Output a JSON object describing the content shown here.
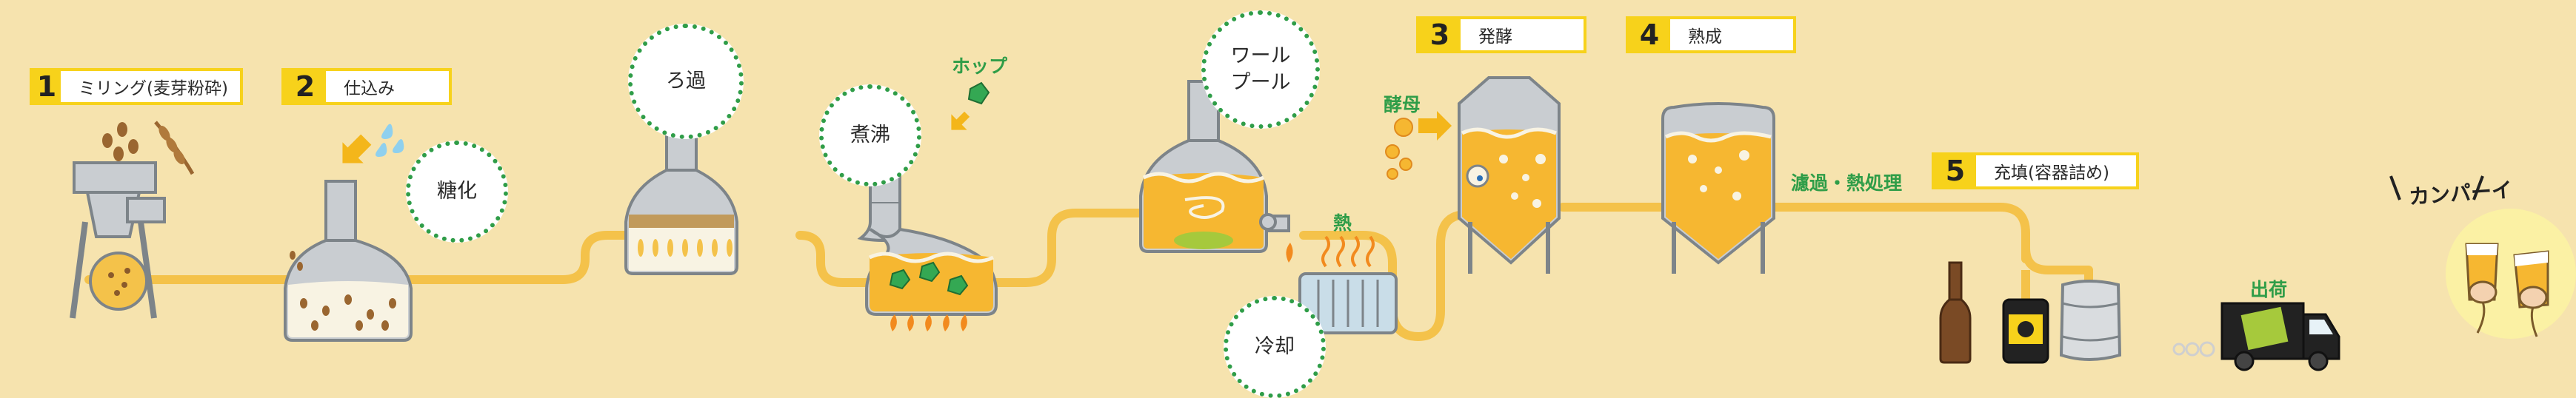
{
  "steps": [
    {
      "number": "1",
      "label": "ミリング(麦芽粉砕)"
    },
    {
      "number": "2",
      "label": "仕込み"
    },
    {
      "number": "3",
      "label": "発酵"
    },
    {
      "number": "4",
      "label": "熟成"
    },
    {
      "number": "5",
      "label": "充填(容器詰め)"
    }
  ],
  "bubbles": {
    "saccharification": "糖化",
    "filtration": "ろ過",
    "boiling": "煮沸",
    "whirlpool": "ワール\nプール",
    "cooling": "冷却"
  },
  "annotations": {
    "hops": "ホップ",
    "heat": "熱",
    "yeast": "酵母",
    "filter_heat": "濾過・熱処理",
    "shipping": "出荷"
  },
  "kanpai": "カンパーイ",
  "colors": {
    "background": "#f6e3ae",
    "pipe": "#f4c24a",
    "tank_grey": "#c9cdd1",
    "beer": "#f6b731",
    "step_yellow": "#f7d21b",
    "accent_green": "#2f9d48",
    "flame_orange": "#f28a1e",
    "kanpai_circle": "#fbf1a4"
  }
}
